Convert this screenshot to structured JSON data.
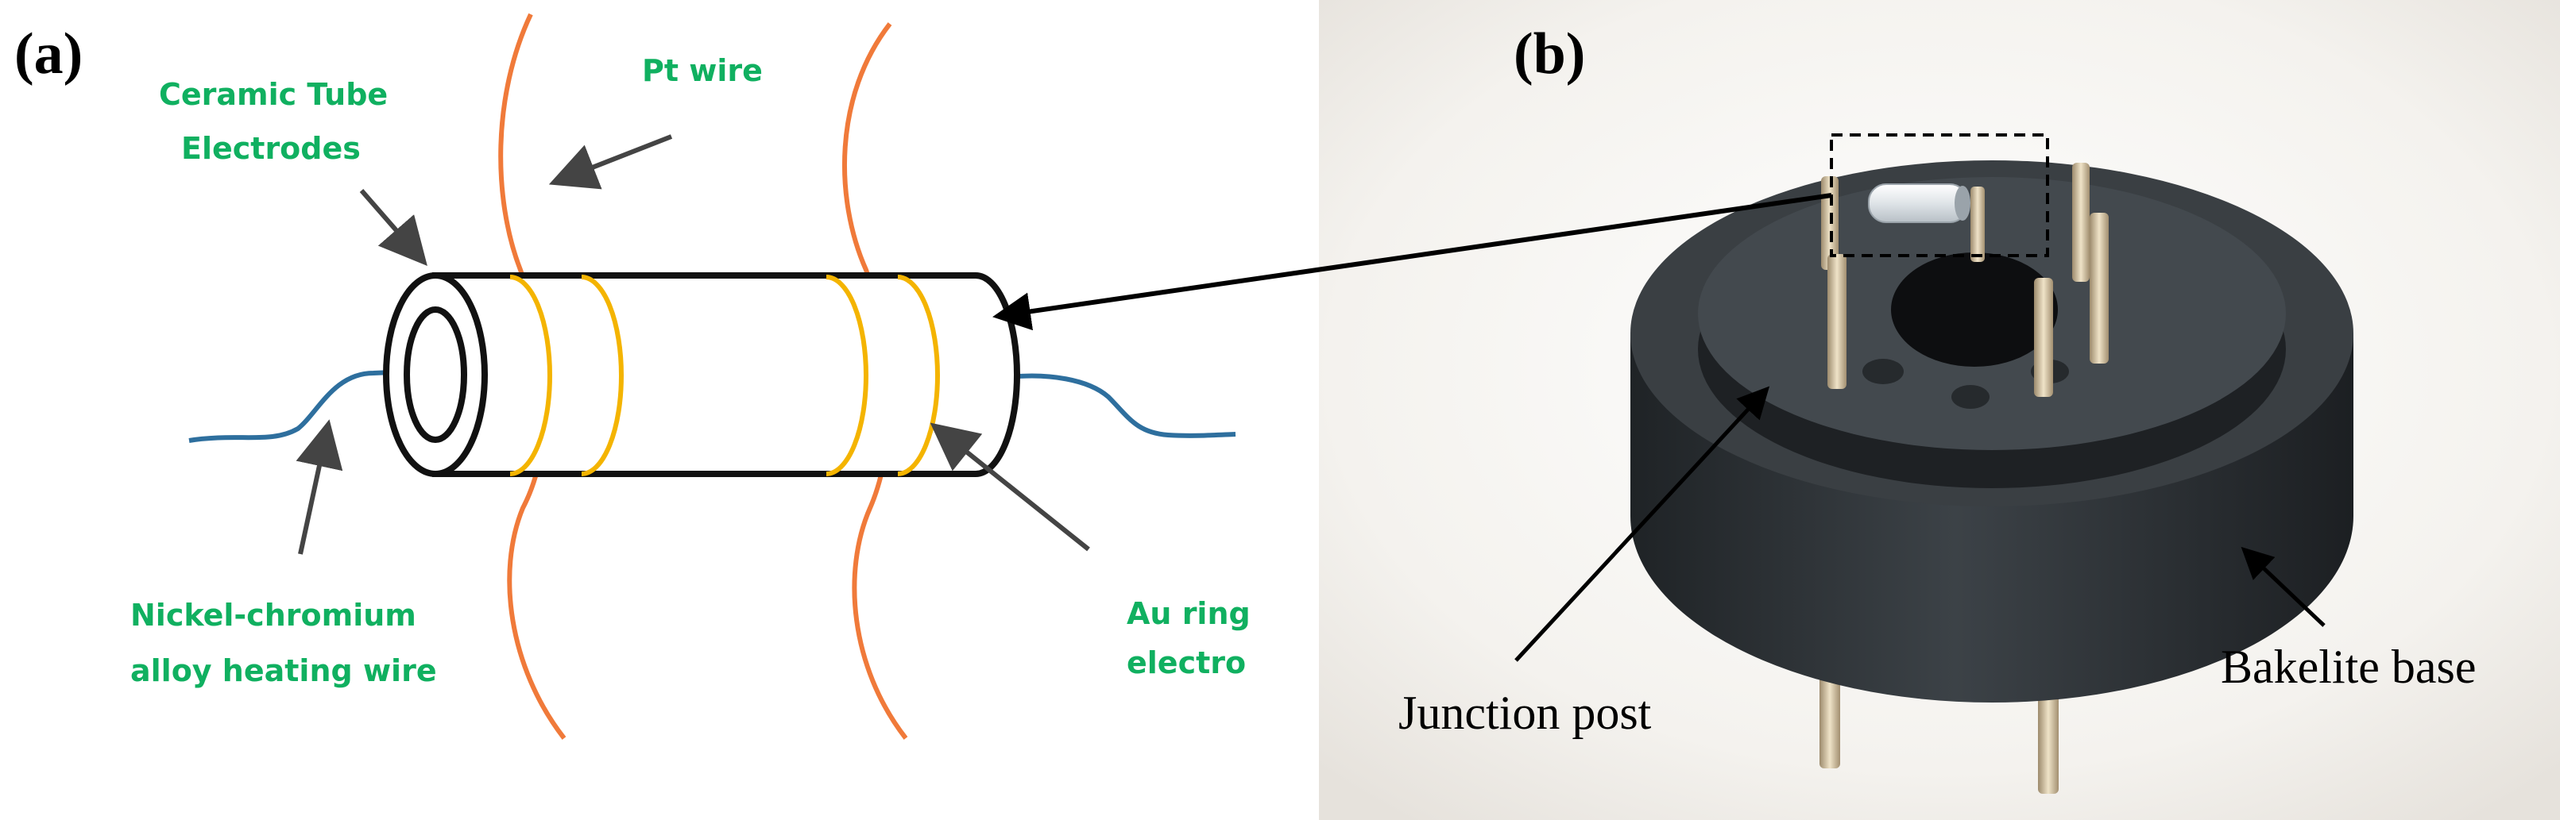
{
  "panels": {
    "a": {
      "label": "(a)"
    },
    "b": {
      "label": "(b)"
    }
  },
  "labels": {
    "ceramic_tube": [
      "Ceramic Tube",
      "Electrodes"
    ],
    "pt_wire": "Pt wire",
    "heating_wire": [
      "Nickel-chromium",
      "alloy heating wire"
    ],
    "au_ring": [
      "Au ring",
      "electro"
    ],
    "junction_post": "Junction post",
    "bakelite_base": "Bakelite base"
  },
  "colors": {
    "pt_wire": "#f07a3a",
    "heating_wire": "#2e6f9e",
    "au_ring": "#f4b400",
    "label_green": "#10b060",
    "tube_outline": "#111111",
    "pointer_arrow": "#444444",
    "base_dark": "#2c3034",
    "pin_metal": "#cdb998"
  }
}
